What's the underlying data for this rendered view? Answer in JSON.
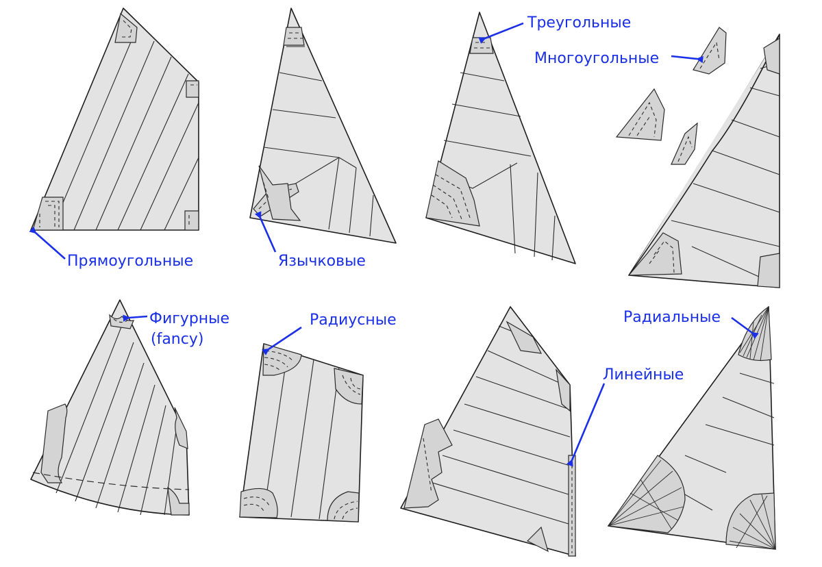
{
  "labels": {
    "rectangular": "Прямоугольные",
    "tongue": "Язычковые",
    "triangular": "Треугольные",
    "polygonal": "Многоугольные",
    "fancy_ru": "Фигурные",
    "fancy_en": "(fancy)",
    "radius": "Радиусные",
    "linear": "Линейные",
    "radial": "Радиальные"
  },
  "colors": {
    "annotation": "#1a2fe8",
    "sail_fill": "#e3e3e3",
    "outline": "#1e1e1e"
  }
}
